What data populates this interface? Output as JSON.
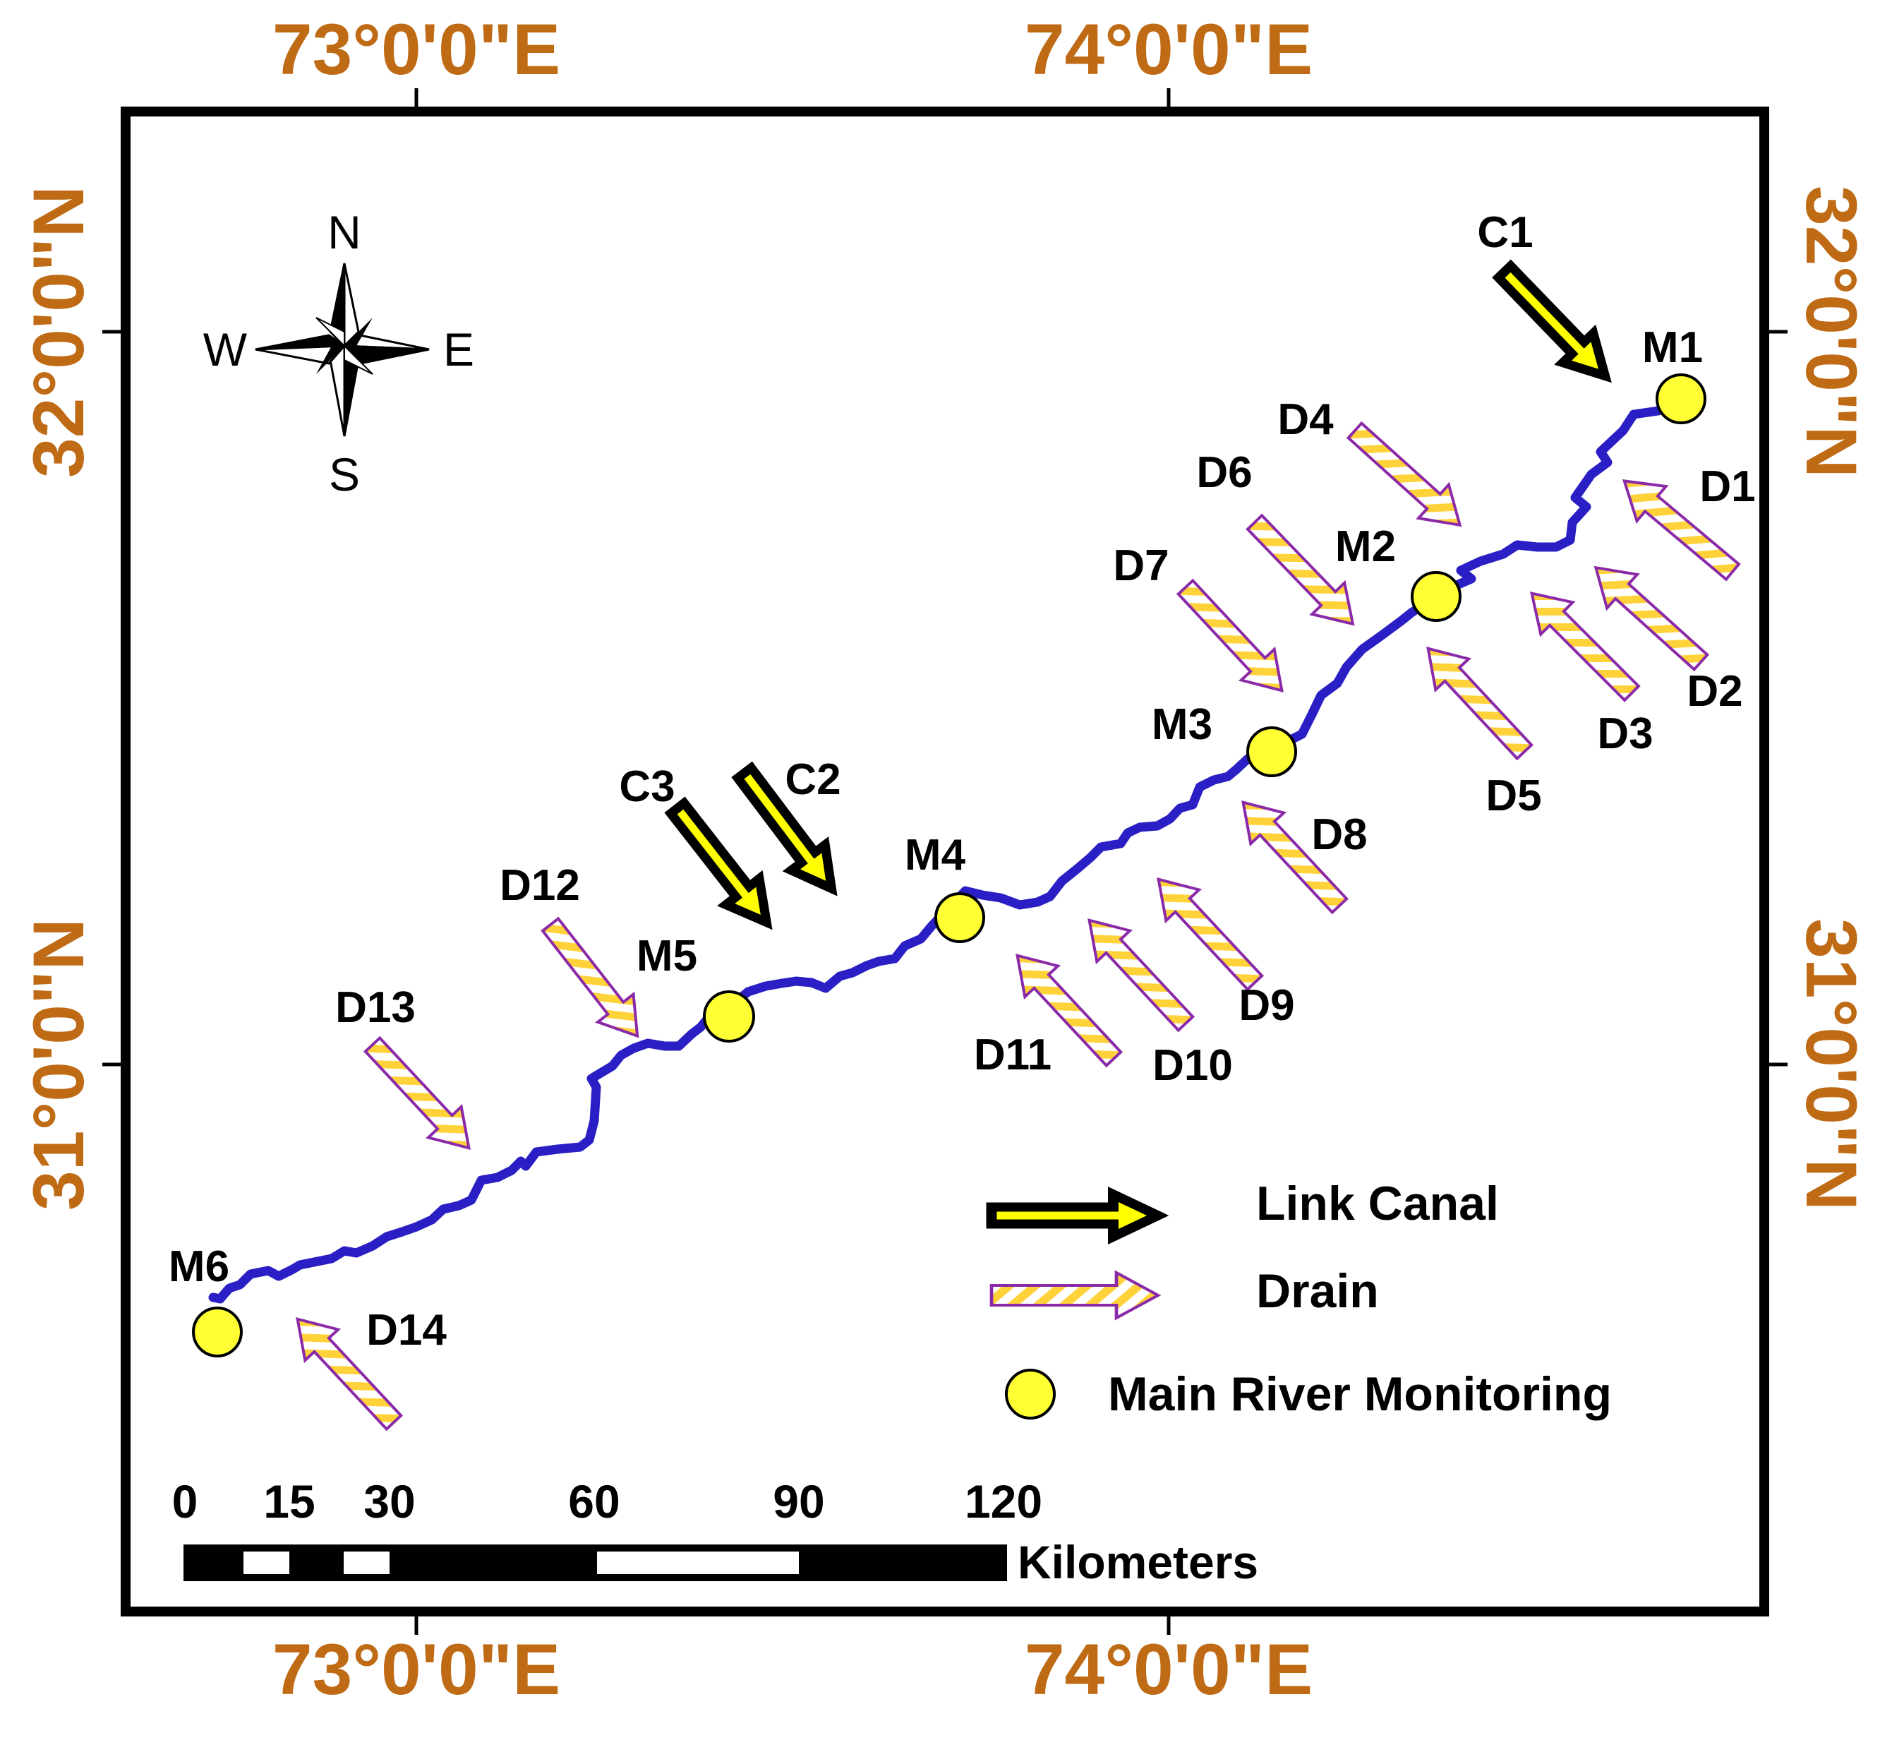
{
  "colors": {
    "frame": "#000000",
    "river": "#2a1fc4",
    "station_fill": "#ffff33",
    "drain_stripe_a": "#ffd23a",
    "drain_stripe_b": "#ffffff",
    "drain_outline": "#8a2aa8",
    "canal_fill": "#ffff00",
    "canal_outline": "#000000",
    "coordinate_text": "#bf6a14"
  },
  "coordinates": {
    "top": [
      "73°0'0\"E",
      "74°0'0\"E"
    ],
    "bottom": [
      "73°0'0\"E",
      "74°0'0\"E"
    ],
    "left": [
      "32°0'0\"N",
      "31°0'0\"N"
    ],
    "right": [
      "32°0'0\"N",
      "31°0'0\"N"
    ]
  },
  "compass": {
    "north": "N",
    "south": "S",
    "east": "E",
    "west": "W"
  },
  "stations": [
    {
      "id": "m1",
      "label": "M1",
      "icon": "yellow-circle"
    },
    {
      "id": "m2",
      "label": "M2",
      "icon": "yellow-circle"
    },
    {
      "id": "m3",
      "label": "M3",
      "icon": "yellow-circle"
    },
    {
      "id": "m4",
      "label": "M4",
      "icon": "yellow-circle"
    },
    {
      "id": "m5",
      "label": "M5",
      "icon": "yellow-circle"
    },
    {
      "id": "m6",
      "label": "M6",
      "icon": "yellow-circle"
    }
  ],
  "drains": [
    "D1",
    "D2",
    "D3",
    "D4",
    "D5",
    "D6",
    "D7",
    "D8",
    "D9",
    "D10",
    "D11",
    "D12",
    "D13",
    "D14"
  ],
  "canals": [
    "C1",
    "C2",
    "C3"
  ],
  "legend": {
    "link_canal": "Link Canal",
    "drain": "Drain",
    "monitoring": "Main River Monitoring"
  },
  "scale_bar": {
    "ticks": [
      "0",
      "15",
      "30",
      "60",
      "90",
      "120"
    ],
    "unit": "Kilometers"
  }
}
